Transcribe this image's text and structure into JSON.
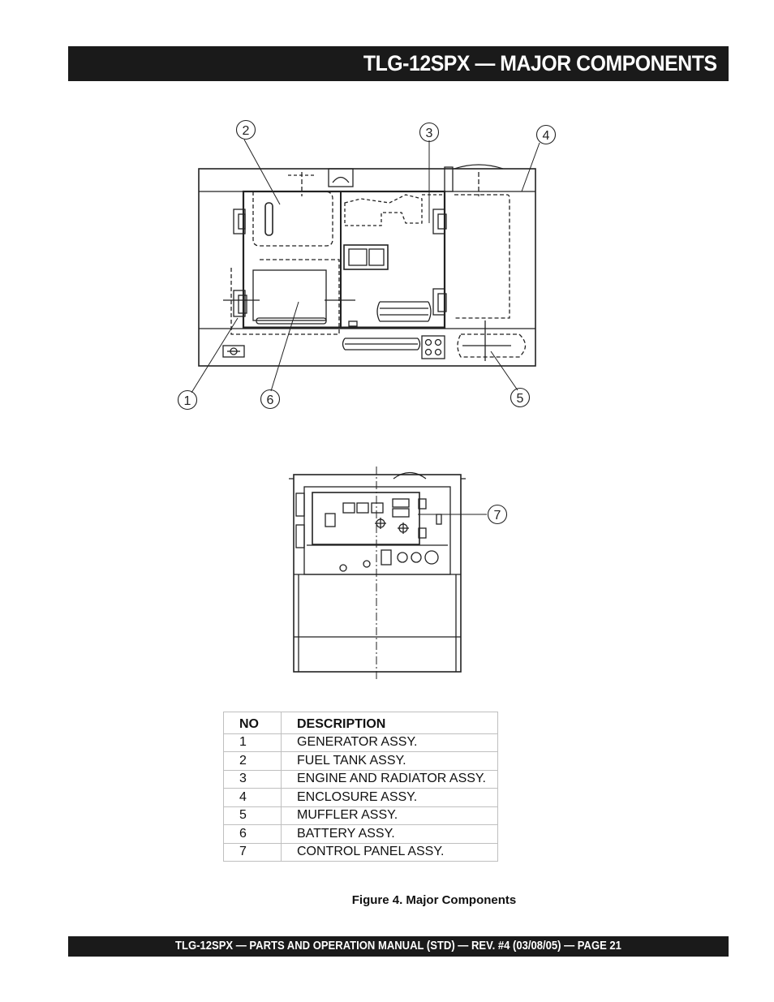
{
  "header": {
    "title": "TLG-12SPX   — MAJOR COMPONENTS"
  },
  "diagram": {
    "callouts": [
      "1",
      "2",
      "3",
      "4",
      "5",
      "6",
      "7"
    ]
  },
  "table": {
    "headers": {
      "no": "NO",
      "description": "DESCRIPTION"
    },
    "rows": [
      {
        "no": "1",
        "description": "GENERATOR ASSY."
      },
      {
        "no": "2",
        "description": "FUEL TANK ASSY."
      },
      {
        "no": "3",
        "description": "ENGINE AND RADIATOR ASSY."
      },
      {
        "no": "4",
        "description": "ENCLOSURE ASSY."
      },
      {
        "no": "5",
        "description": "MUFFLER ASSY."
      },
      {
        "no": "6",
        "description": "BATTERY ASSY."
      },
      {
        "no": "7",
        "description": "CONTROL PANEL ASSY."
      }
    ]
  },
  "caption": "Figure 4. Major Components",
  "footer": {
    "text": "TLG-12SPX — PARTS AND OPERATION  MANUAL (STD) — REV. #4  (03/08/05) — PAGE 21"
  }
}
